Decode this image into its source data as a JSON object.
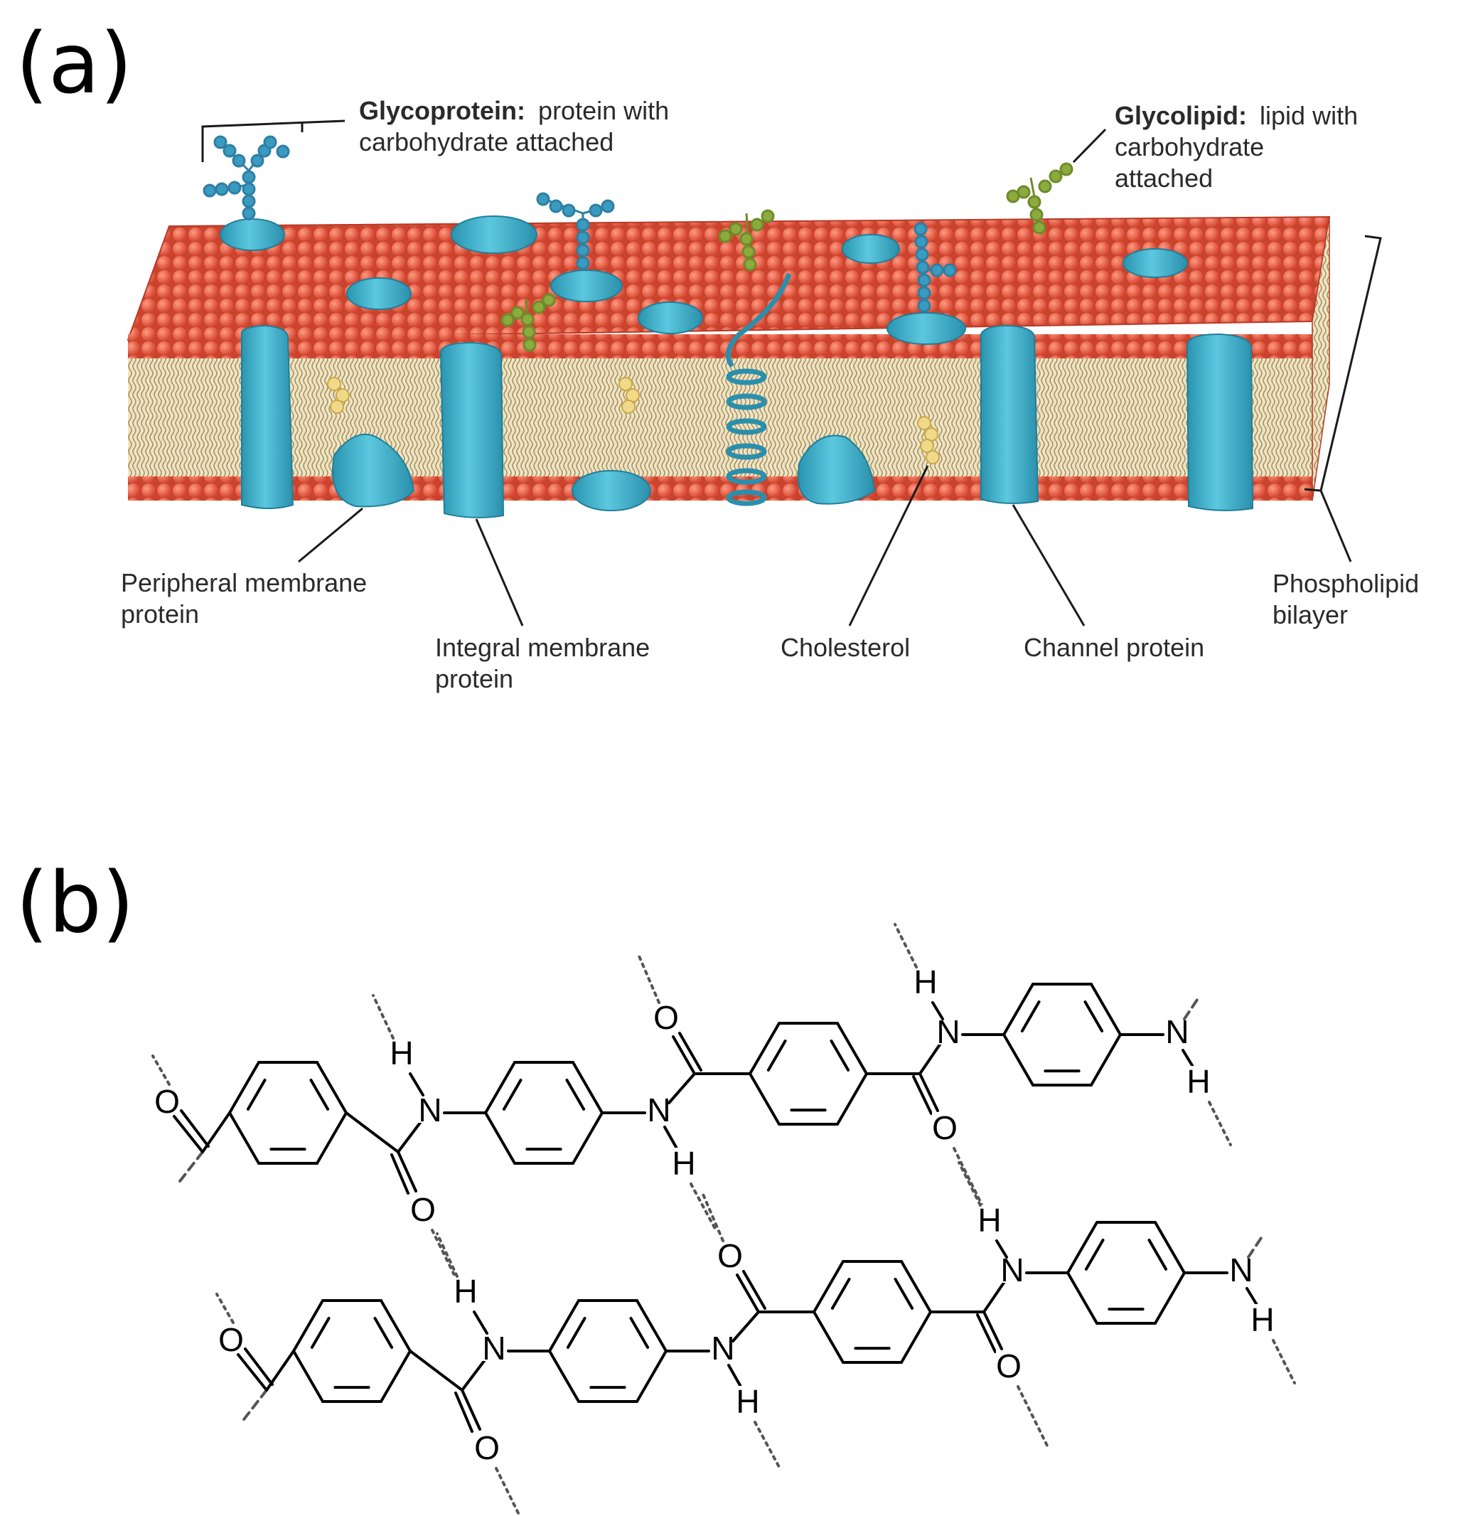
{
  "panel_a": {
    "letter": "(a)",
    "labels": {
      "glycoprotein_term": "Glycoprotein:",
      "glycoprotein_line1": "protein with",
      "glycoprotein_line2": "carbohydrate attached",
      "glycolipid_term": "Glycolipid:",
      "glycolipid_line1": "lipid with",
      "glycolipid_line2": "carbohydrate",
      "glycolipid_line3": "attached",
      "peripheral_line1": "Peripheral membrane",
      "peripheral_line2": "protein",
      "integral_line1": "Integral membrane",
      "integral_line2": "protein",
      "cholesterol": "Cholesterol",
      "channel": "Channel protein",
      "bilayer_line1": "Phospholipid",
      "bilayer_line2": "bilayer"
    },
    "colors": {
      "lipid_head": "#e8604a",
      "lipid_tail": "#d8c79c",
      "protein": "#3fb1c9",
      "protein_dark": "#1f7f99",
      "glycoprotein_sugar": "#3a9bc0",
      "glycolipid_sugar": "#8bab3c",
      "cholesterol": "#f1d98a"
    }
  },
  "panel_b": {
    "letter": "(b)",
    "atoms": {
      "O": "O",
      "N": "N",
      "H": "H"
    },
    "colors": {
      "bond": "#000000",
      "hbond": "#555555"
    }
  }
}
